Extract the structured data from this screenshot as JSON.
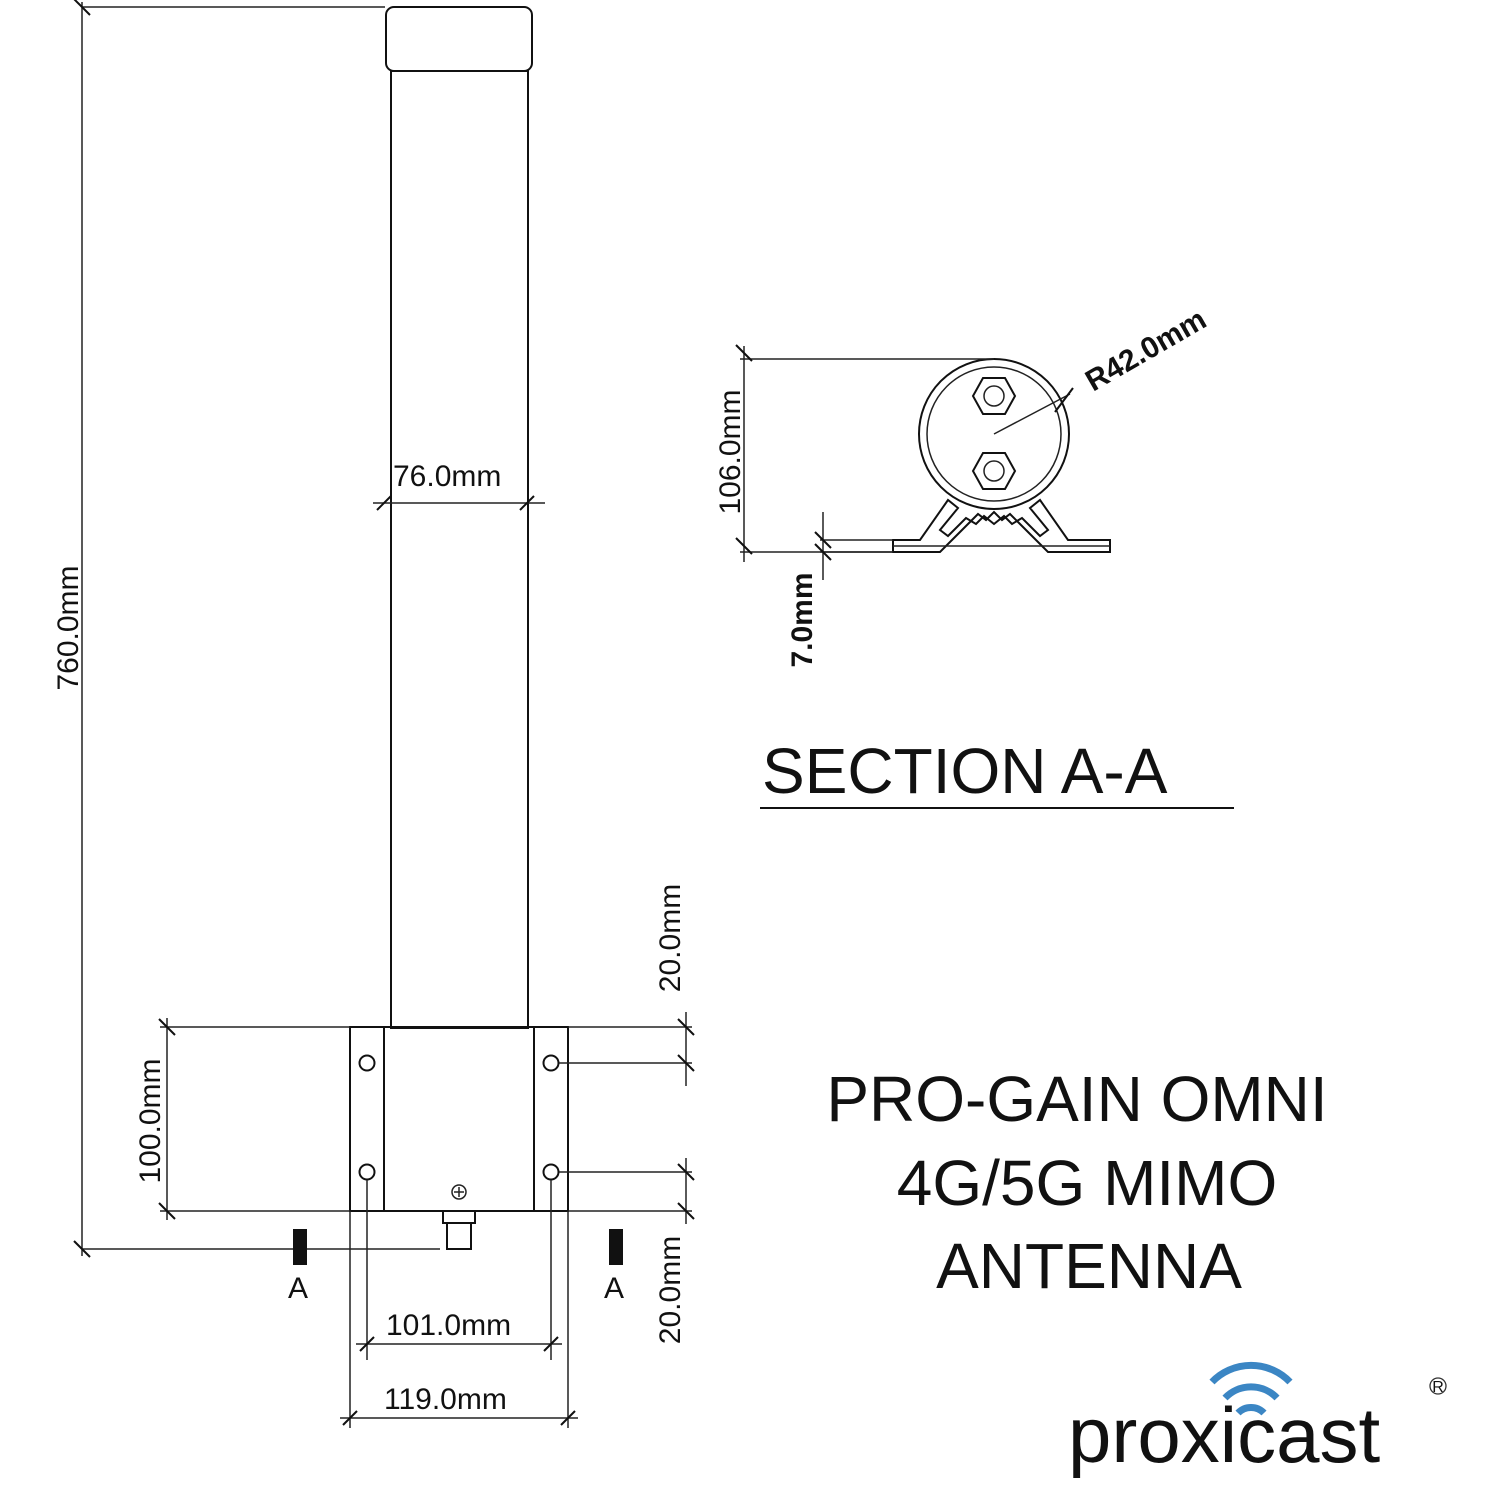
{
  "dimensions": {
    "overall_height": "760.0mm",
    "radome_diameter": "76.0mm",
    "mount_height": "100.0mm",
    "hole_offset_top": "20.0mm",
    "hole_offset_bottom": "20.0mm",
    "hole_spacing": "101.0mm",
    "mount_width": "119.0mm",
    "section_height": "106.0mm",
    "clamp_radius": "R42.0mm",
    "base_thickness": "7.0mm"
  },
  "section_marker": "A",
  "section_title": "SECTION A-A",
  "product_title": {
    "line1": "PRO-GAIN OMNI",
    "line2": "4G/5G MIMO",
    "line3": "ANTENNA"
  },
  "logo": {
    "wordmark": "proxicast",
    "registered": "®",
    "accent_color": "#3b86c4"
  }
}
